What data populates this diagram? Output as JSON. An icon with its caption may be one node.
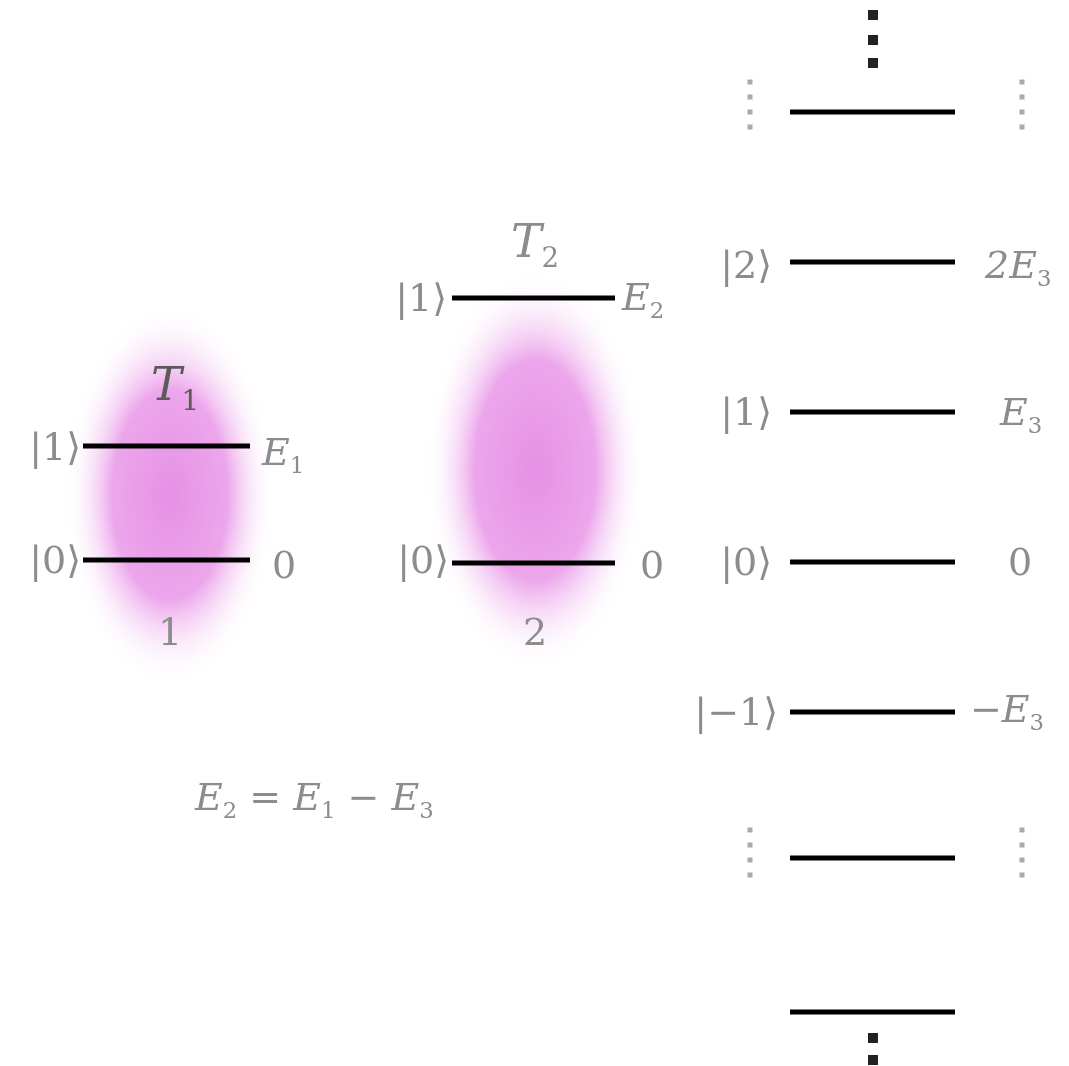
{
  "diagram": {
    "labels": [
      "*T*$_{2}$",
      "|2⟩",
      "*2E*$_{3}$",
      "|1⟩",
      "*E*$_{2}$",
      "*T*$_{1}$",
      "|1⟩",
      "*E*$_{1}$",
      "|1⟩",
      "*E*$_{3}$",
      "|0⟩",
      "0",
      "|0⟩",
      "0",
      "|0⟩",
      "0",
      "1",
      "2",
      "|−1⟩",
      "−*E*$_{3}$",
      "*E*$_{2}$ = *E*$_{1}$ − *E*$_{3}$"
    ]
  }
}
